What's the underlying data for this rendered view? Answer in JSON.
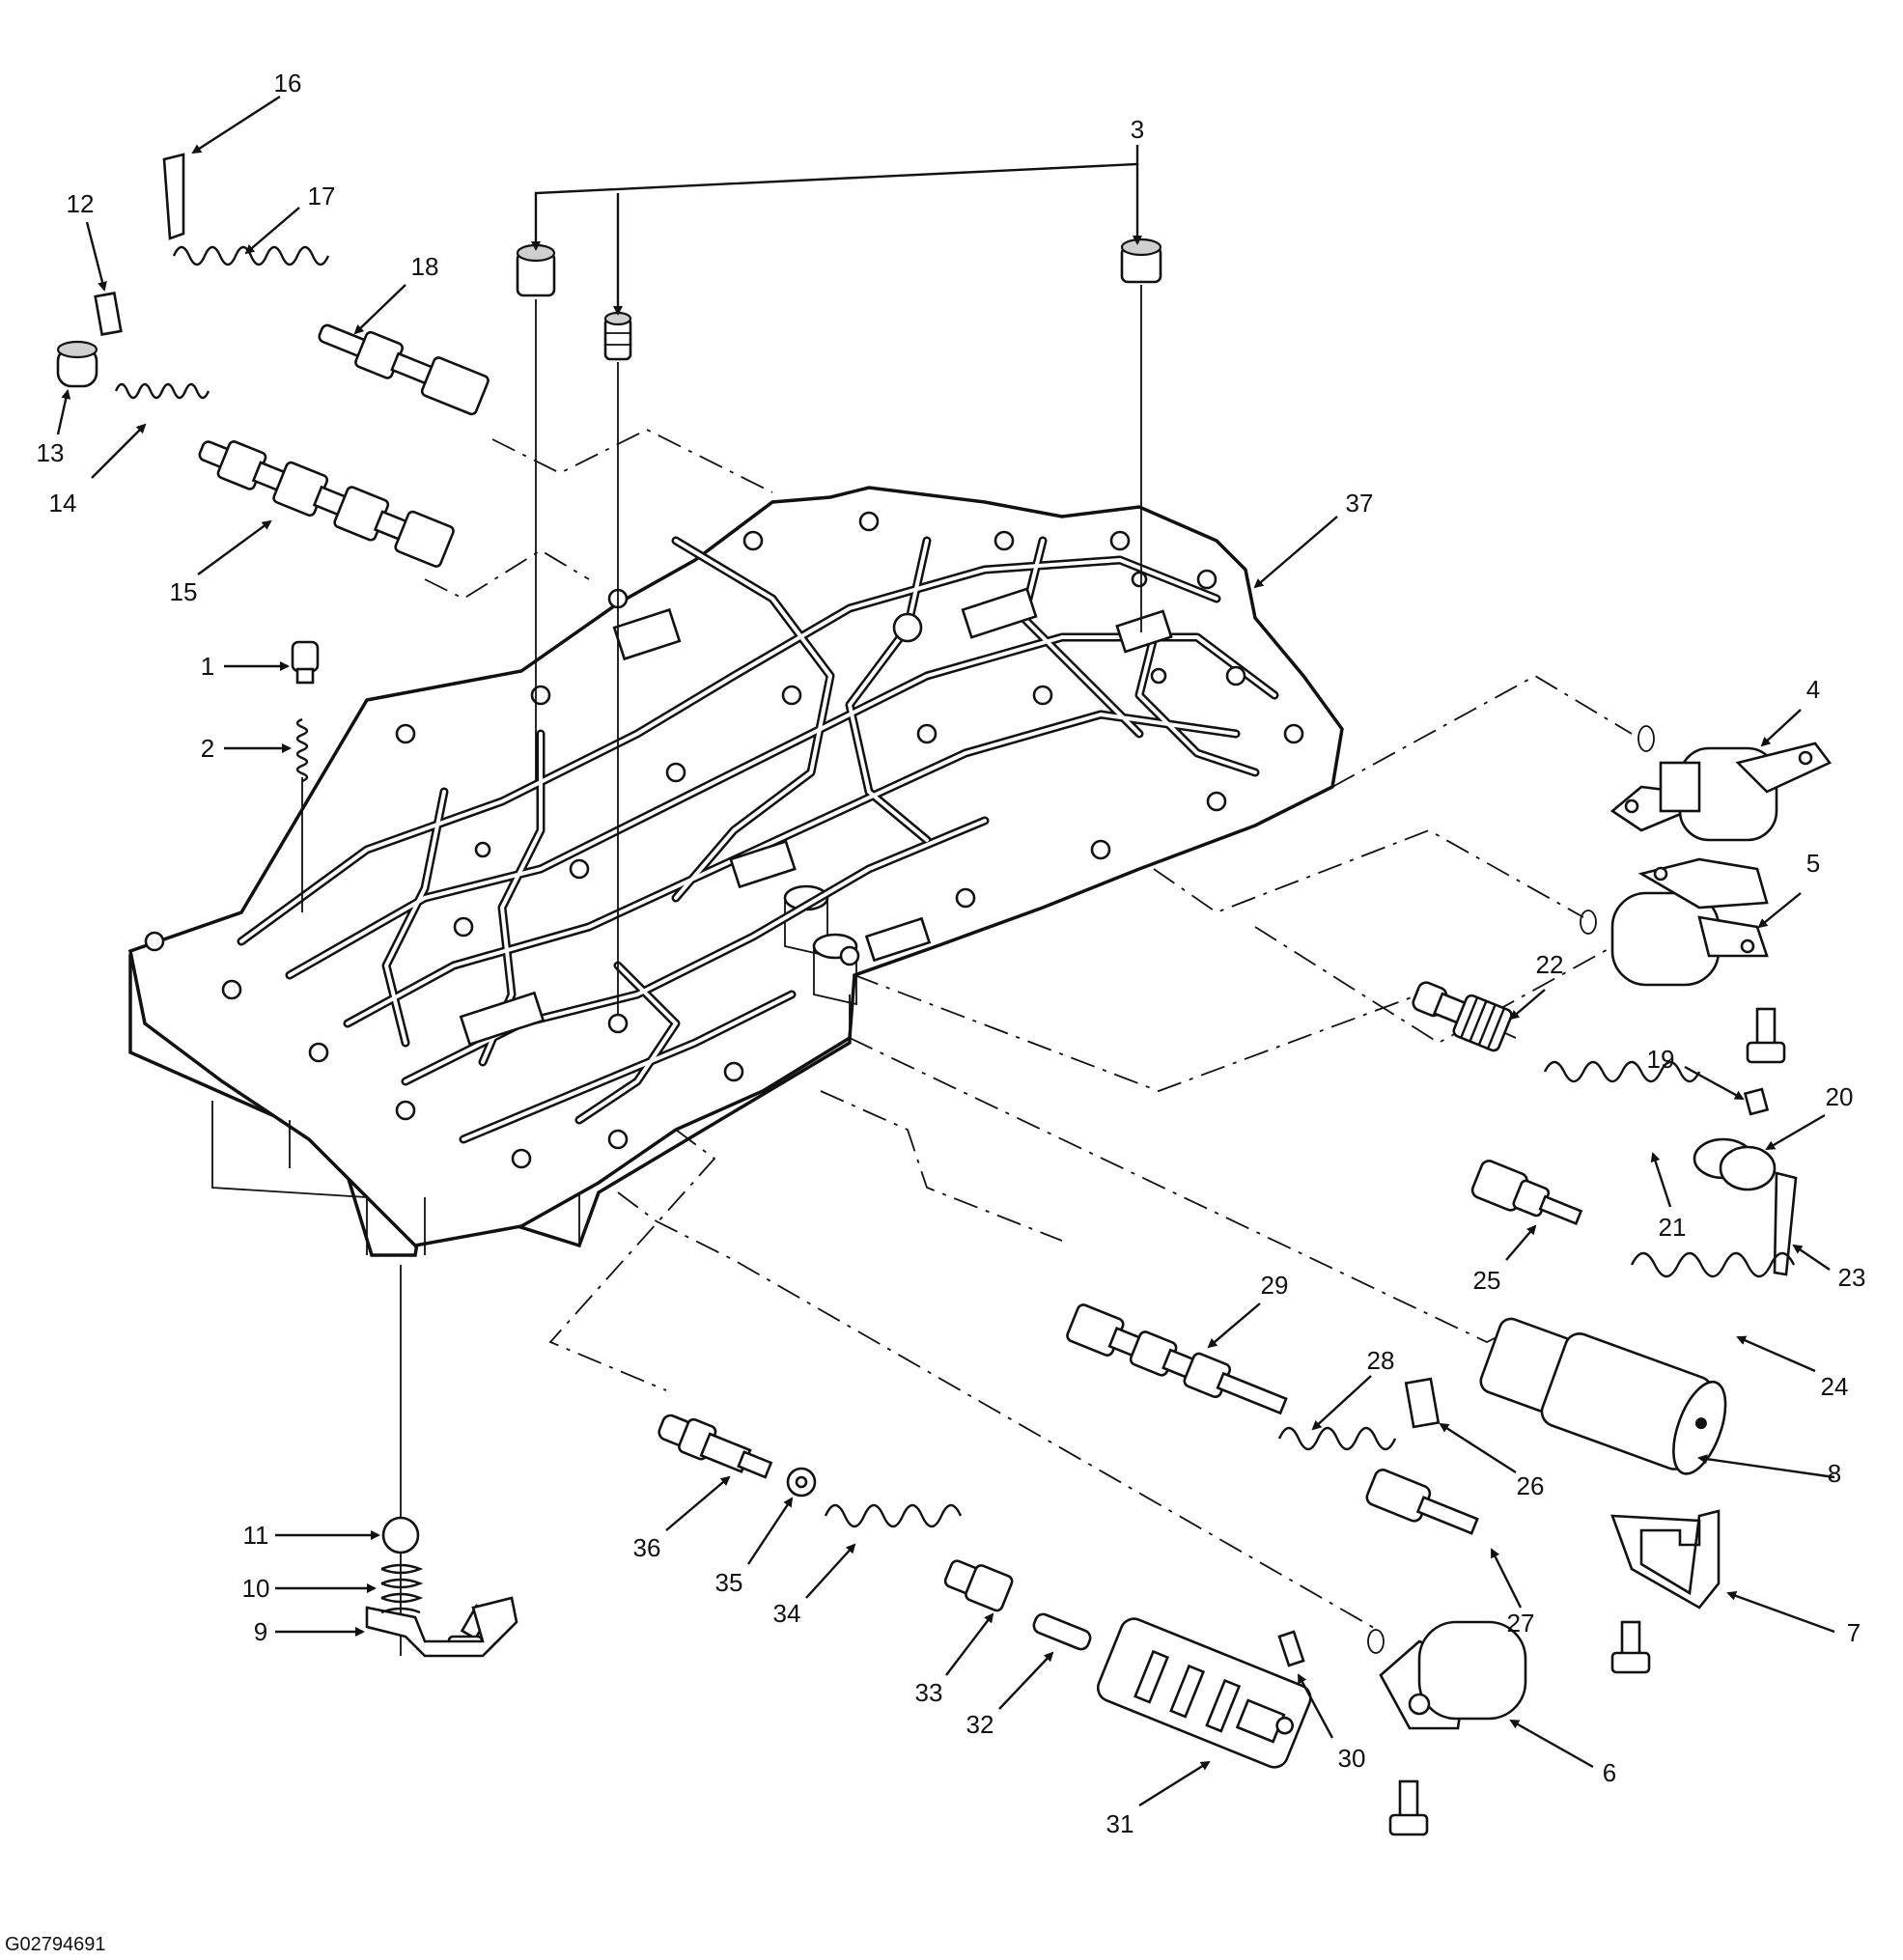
{
  "figure_id": "G02794691",
  "callouts": [
    "1",
    "2",
    "3",
    "4",
    "5",
    "6",
    "7",
    "8",
    "9",
    "10",
    "11",
    "12",
    "13",
    "14",
    "15",
    "16",
    "17",
    "18",
    "19",
    "20",
    "21",
    "22",
    "23",
    "24",
    "25",
    "26",
    "27",
    "28",
    "29",
    "30",
    "31",
    "32",
    "33",
    "34",
    "35",
    "36",
    "37"
  ]
}
